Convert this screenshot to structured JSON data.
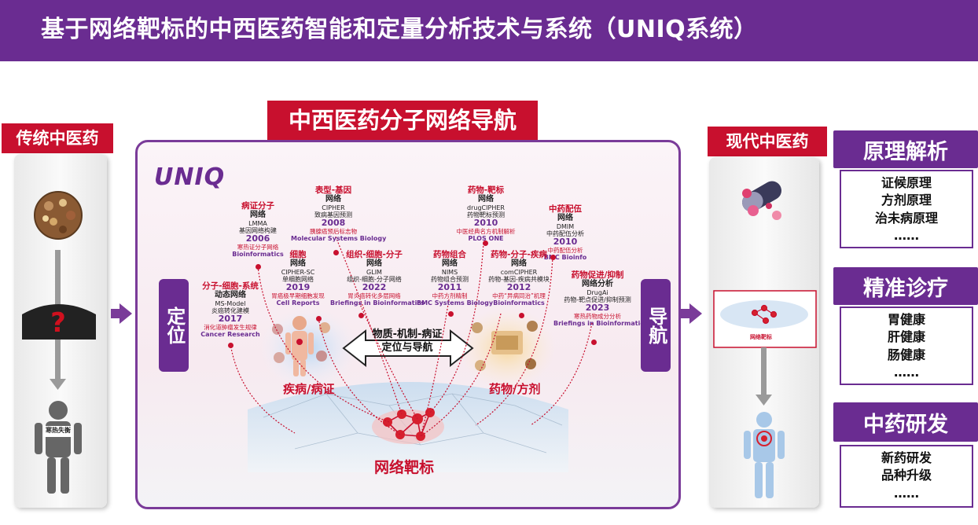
{
  "header": {
    "title": "基于网络靶标的中西医药智能和定量分析技术与系统（UNIQ系统）"
  },
  "left": {
    "label": "传统中医药",
    "human_text": "寒热失衡"
  },
  "center": {
    "title": "中西医药分子网络导航",
    "logo": "UNIQ",
    "left_nav": "定位",
    "right_nav": "导航",
    "cards": [
      {
        "lines": [
          "病证分子",
          "网络",
          "LMMA",
          "基因网络构建",
          "2006",
          "寒热证分子网络",
          "Bioinformatics"
        ]
      },
      {
        "lines": [
          "表型-基因",
          "网络",
          "CIPHER",
          "致病基因预测",
          "2008",
          "胰腺癌预后标志物",
          "Molecular Systems Biology"
        ]
      },
      {
        "lines": [
          "药物-靶标",
          "网络",
          "drugCIPHER",
          "药物靶标预测",
          "2010",
          "中医经典名方机制解析",
          "PLOS ONE"
        ]
      },
      {
        "lines": [
          "中药配伍",
          "网络",
          "DMIM",
          "中药配伍分析",
          "2010",
          "中药配伍分析",
          "BMC Bioinfo"
        ]
      },
      {
        "lines": [
          "细胞",
          "网络",
          "CIPHER-SC",
          "单细胞网络",
          "2019",
          "胃癌极早期细胞发现",
          "Cell Reports"
        ]
      },
      {
        "lines": [
          "组织-细胞-分子",
          "网络",
          "GLIM",
          "组织-细胞-分子网络",
          "2022",
          "胃炎癌转化多层网络",
          "Briefings in Bioinformatics"
        ]
      },
      {
        "lines": [
          "药物组合",
          "网络",
          "NIMS",
          "药物组合预测",
          "2011",
          "中药方剂精制",
          "BMC Systems Biology"
        ]
      },
      {
        "lines": [
          "药物-分子-疾病",
          "网络",
          "comCIPHER",
          "药物-基因-疾病共模块",
          "2012",
          "中药“异病同治”机理",
          "Bioinformatics"
        ]
      },
      {
        "lines": [
          "药物促进/抑制",
          "网络分析",
          "DrugAi",
          "药物-靶点促进/抑制预测",
          "2023",
          "寒热药物成分分析",
          "Briefings in Bioinformatics"
        ]
      },
      {
        "lines": [
          "分子-细胞-系统",
          "动态网络",
          "MS-Model",
          "炎癌转化建模",
          "2017",
          "消化道肿瘤发生规律",
          "Cancer Research"
        ]
      }
    ],
    "middle_text_1": "物质-机制-病证",
    "middle_text_2": "定位与导航",
    "disease_label": "疾病/病证",
    "drug_label": "药物/方剂",
    "network_label": "网络靶标"
  },
  "right": {
    "label": "现代中医药",
    "network_caption": "网络靶标",
    "sections": [
      {
        "title": "原理解析",
        "items": [
          "证候原理",
          "方剂原理",
          "治未病原理",
          "……"
        ]
      },
      {
        "title": "精准诊疗",
        "items": [
          "胃健康",
          "肝健康",
          "肠健康",
          "……"
        ]
      },
      {
        "title": "中药研发",
        "items": [
          "新药研发",
          "品种升级",
          "……"
        ]
      }
    ]
  },
  "colors": {
    "purple": "#6a2c91",
    "red": "#c8102e"
  }
}
